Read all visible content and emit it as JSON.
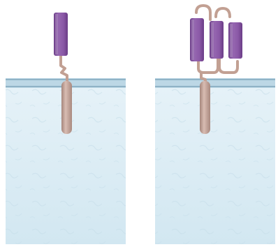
{
  "colors": {
    "background": "#ffffff",
    "cell_fill": "#d9ecf4",
    "cell_fill_light": "#e9f4f8",
    "membrane_band": "#a9c8d8",
    "membrane_line": "#8fb3c6",
    "domain_fill": "#8a58a6",
    "domain_highlight": "#a97dc2",
    "domain_shadow": "#6d3f8a",
    "stalk_fill": "#c9a59a",
    "stalk_highlight": "#dcbfb5",
    "stalk_shadow": "#a5857b",
    "linker": "#c2a093"
  },
  "panels": [
    {
      "name": "left-panel",
      "domain_count": 1
    },
    {
      "name": "right-panel",
      "domain_count": 3
    }
  ]
}
